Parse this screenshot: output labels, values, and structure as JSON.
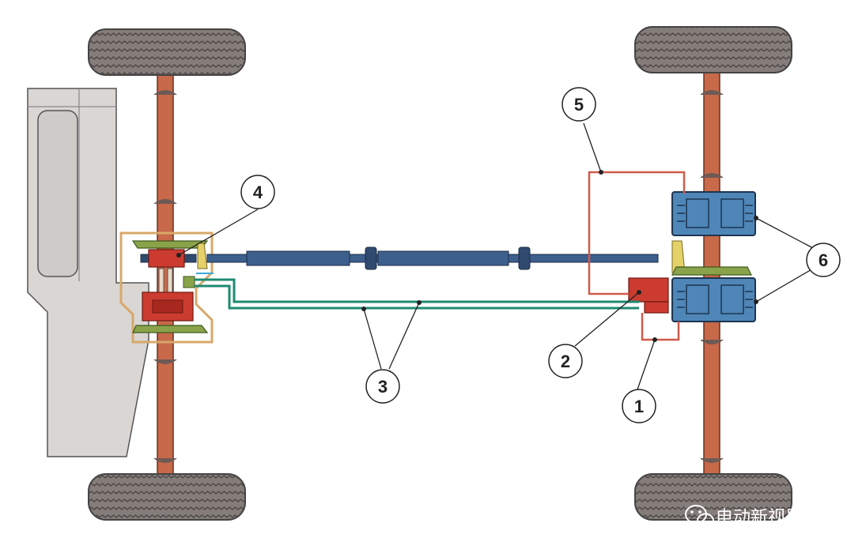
{
  "callouts": [
    {
      "id": "1",
      "label": "1"
    },
    {
      "id": "2",
      "label": "2"
    },
    {
      "id": "3",
      "label": "3"
    },
    {
      "id": "4",
      "label": "4"
    },
    {
      "id": "5",
      "label": "5"
    },
    {
      "id": "6",
      "label": "6"
    }
  ],
  "watermark": {
    "text": "电动新视界",
    "icon": "wechat-logo-icon"
  },
  "colors": {
    "axle": "#c8694a",
    "tire": "#7a7270",
    "shaft": "#3d5f8c",
    "coupling_box": "#d8a86a",
    "actuator": "#cc3b30",
    "brake_caliper": "#4f86b8",
    "gear": "#8aa34a",
    "hydraulic_line": "#1e8a72",
    "red_line": "#d05a4a",
    "engine_block": "#d9d6d4"
  }
}
